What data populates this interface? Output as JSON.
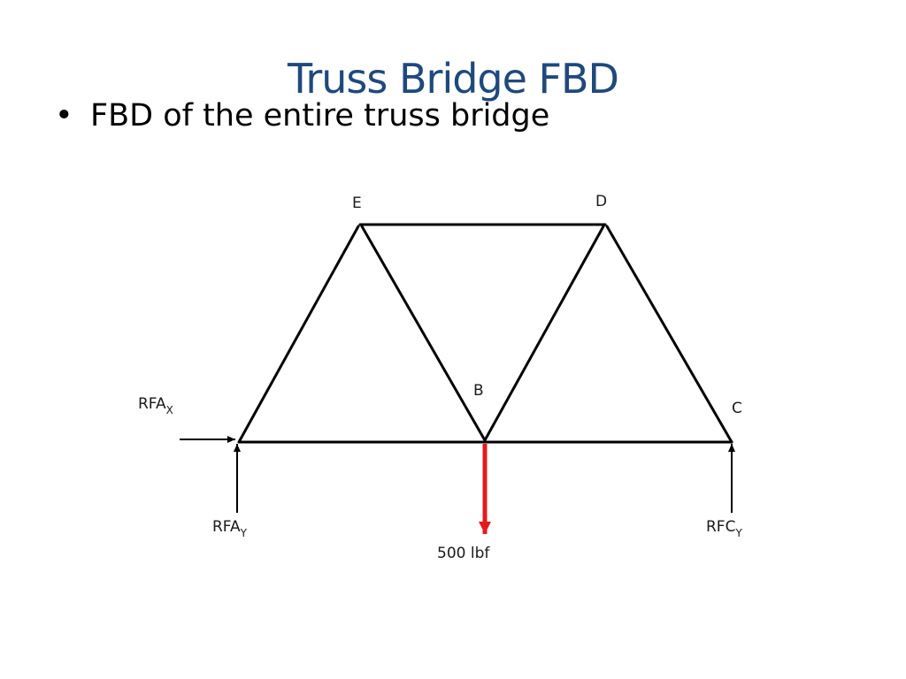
{
  "slide": {
    "title": "Truss Bridge FBD",
    "bullet": "FBD of the entire truss bridge"
  },
  "diagram": {
    "nodes": {
      "E": "E",
      "D": "D",
      "B": "B",
      "C": "C"
    },
    "forces": {
      "rfax_base": "RFA",
      "rfax_sub": "X",
      "rfay_base": "RFA",
      "rfay_sub": "Y",
      "rfcy_base": "RFC",
      "rfcy_sub": "Y",
      "load": "500 lbf"
    },
    "colors": {
      "members": "#000000",
      "reactions": "#000000",
      "load": "#e31b1b",
      "title": "#1f497d"
    }
  }
}
